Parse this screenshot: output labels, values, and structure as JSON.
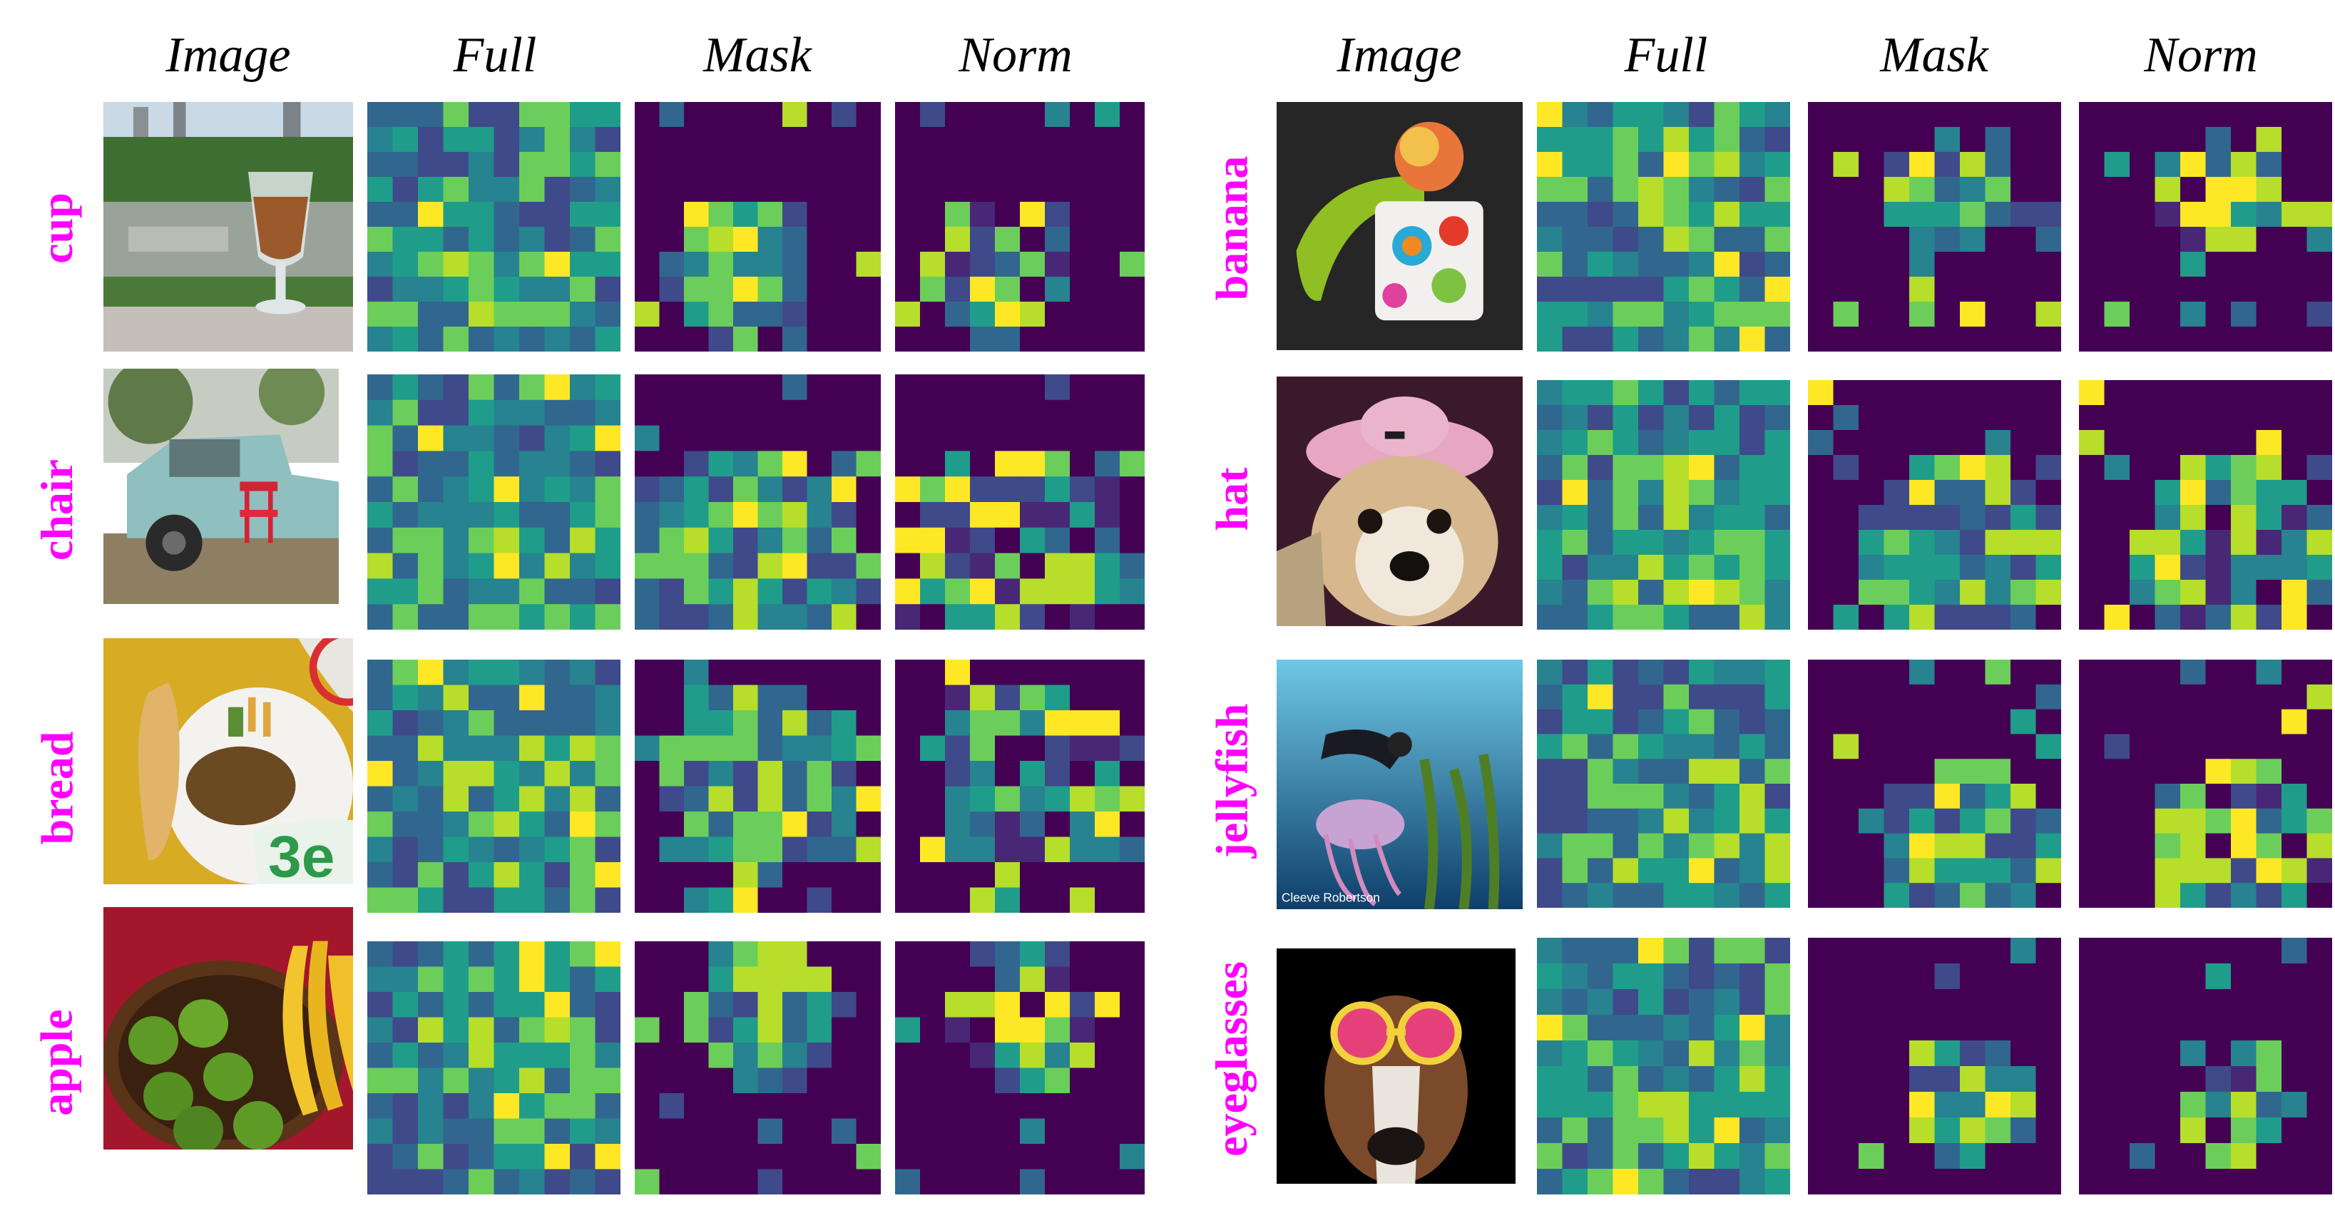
{
  "columns": [
    "Image",
    "Full",
    "Mask",
    "Norm"
  ],
  "colormap": [
    "#440154",
    "#482777",
    "#3f4a8a",
    "#31678e",
    "#26838f",
    "#1f9d8a",
    "#6cce5a",
    "#b6de2b",
    "#fee825"
  ],
  "label_color": "#ff00ff",
  "panels": [
    {
      "rows": [
        {
          "label": "cup",
          "photo": "cup-photo",
          "seed": 11
        },
        {
          "label": "chair",
          "photo": "chair-photo",
          "seed": 23
        },
        {
          "label": "bread",
          "photo": "bread-photo",
          "seed": 37
        },
        {
          "label": "apple",
          "photo": "apple-photo",
          "seed": 41
        }
      ]
    },
    {
      "rows": [
        {
          "label": "banana",
          "photo": "banana-photo",
          "seed": 53
        },
        {
          "label": "hat",
          "photo": "hat-photo",
          "seed": 67
        },
        {
          "label": "jellyfish",
          "photo": "jellyfish-photo",
          "seed": 79,
          "credit": "Cleeve Robertson"
        },
        {
          "label": "eyeglasses",
          "photo": "eyeglasses-photo",
          "seed": 83
        }
      ]
    }
  ]
}
